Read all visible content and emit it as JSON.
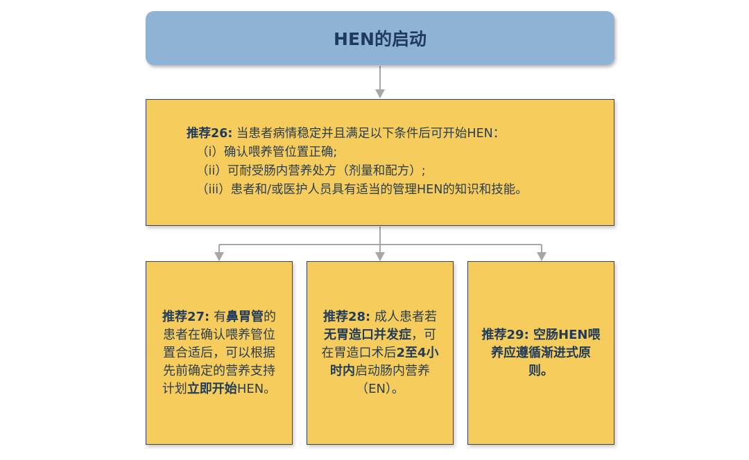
{
  "title": "HEN的启动",
  "main": {
    "rec_label": "推荐26:",
    "rec_text": " 当患者病情稳定并且满足以下条件后可开始HEN：",
    "conditions": [
      "（i）确认喂养管位置正确;",
      "（ii）可耐受肠内营养处方（剂量和配方）;",
      "（iii）患者和/或医护人员具有适当的管理HEN的知识和技能。"
    ]
  },
  "rec27": {
    "label": "推荐27:",
    "t1": " 有",
    "bold1": "鼻胃管",
    "t2": "的患者在确认喂养管位置合适后，可以根据先前确定的营养支持计划",
    "bold2": "立即开始",
    "t3": "HEN。"
  },
  "rec28": {
    "label": "推荐28:",
    "t1": " 成人患者若",
    "bold1": "无胃造口并发症",
    "t2": "，可在胃造口术后",
    "bold2": "2至4小时内",
    "t3": "启动肠内营养（EN）。"
  },
  "rec29": {
    "label": "推荐29:",
    "bold1": " 空肠HEN喂养应遵循渐进式原则。"
  },
  "colors": {
    "title_fill": "#8fb3d4",
    "box_fill": "#f6cd5c",
    "box_border": "#32445a",
    "connector": "#a6a6a6",
    "text_dark": "#1f3a5a"
  }
}
